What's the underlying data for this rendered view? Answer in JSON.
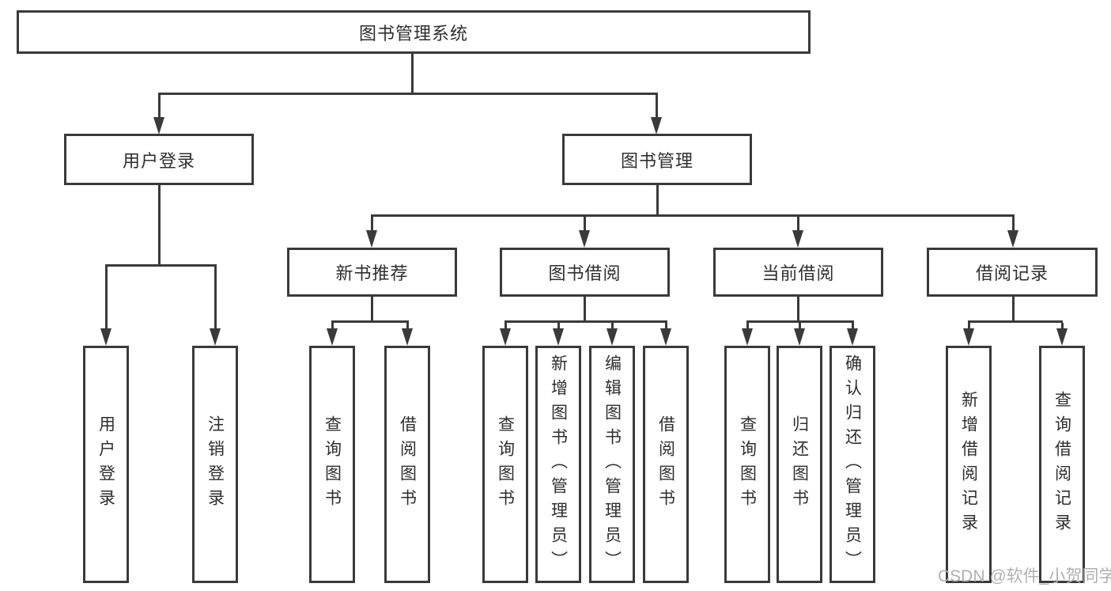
{
  "diagram": {
    "root": {
      "label": "图书管理系统"
    },
    "level2": [
      {
        "label": "用户登录",
        "children": [
          {
            "label": "用户登录"
          },
          {
            "label": "注销登录"
          }
        ]
      },
      {
        "label": "图书管理",
        "children": [
          {
            "label": "新书推荐",
            "children": [
              {
                "label": "查询图书"
              },
              {
                "label": "借阅图书"
              }
            ]
          },
          {
            "label": "图书借阅",
            "children": [
              {
                "label": "查询图书"
              },
              {
                "label": "新增图书（管理员）"
              },
              {
                "label": "编辑图书（管理员）"
              },
              {
                "label": "借阅图书"
              }
            ]
          },
          {
            "label": "当前借阅",
            "children": [
              {
                "label": "查询图书"
              },
              {
                "label": "归还图书"
              },
              {
                "label": "确认归还（管理员）"
              }
            ]
          },
          {
            "label": "借阅记录",
            "children": [
              {
                "label": "新增借阅记录"
              },
              {
                "label": "查询借阅记录"
              }
            ]
          }
        ]
      }
    ]
  },
  "watermark": {
    "text": "CSDN @软件_小贺同学"
  },
  "colors": {
    "line": "#3a3a3a",
    "box_fill": "#ffffff",
    "watermark": "#b0b0b0"
  }
}
